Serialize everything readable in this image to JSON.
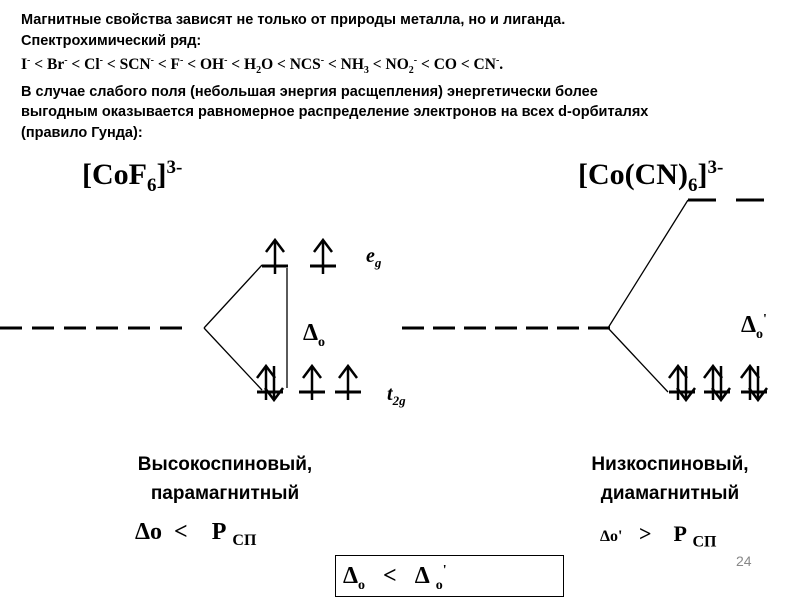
{
  "intro": {
    "line1": "Магнитные свойства зависят не только от природы металла, но и лиганда.",
    "line2": "Спектрохимический ряд:",
    "series": [
      {
        "base": "I",
        "sup": "-"
      },
      {
        "base": "Br",
        "sup": "-"
      },
      {
        "base": "Cl",
        "sup": "-"
      },
      {
        "base": "SCN",
        "sup": "-"
      },
      {
        "base": "F",
        "sup": "-"
      },
      {
        "base": "OH",
        "sup": "-"
      },
      {
        "base": "H",
        "sub": "2",
        "tail": "O"
      },
      {
        "base": "NCS",
        "sup": "-"
      },
      {
        "base": "NH",
        "sub": "3"
      },
      {
        "base": "NO",
        "sub": "2",
        "sup": "-"
      },
      {
        "base": "CO"
      },
      {
        "base": "CN",
        "sup": "-",
        "tail": "."
      }
    ],
    "separator": "<",
    "line4": "В случае слабого поля (небольшая энергия расщепления)  энергетически более",
    "line5": "выгодным оказывается равномерное распределение электронов на всех d-орбиталях",
    "line6": "(правило Гунда):"
  },
  "left": {
    "complex": {
      "bracket_open": "[CoF",
      "sub": "6",
      "bracket_close": "]",
      "charge": "3-"
    },
    "eg_label": {
      "base": "e",
      "sub": "g"
    },
    "t2g_label": {
      "base": "t",
      "sub": "2g"
    },
    "delta_label": {
      "base": "Δ",
      "sub": "o"
    },
    "caption_line1": "Высокоспиновый,",
    "caption_line2": "парамагнитный",
    "formula": {
      "lhs": "Δo",
      "op": "<",
      "rhs": "P",
      "rhs_sub": "СП"
    },
    "electrons": {
      "t2g": [
        "up-down",
        "up",
        "up"
      ],
      "eg": [
        "up",
        "up"
      ]
    }
  },
  "right": {
    "complex": {
      "bracket_open": "[Co(CN)",
      "sub": "6",
      "bracket_close": "]",
      "charge": "3-"
    },
    "delta_label": {
      "base": "Δ",
      "sub": "o",
      "prime": "'"
    },
    "caption_line1": "Низкоспиновый,",
    "caption_line2": "диамагнитный",
    "formula": {
      "lhs": "Δo'",
      "op": ">",
      "rhs": "P",
      "rhs_sub": "СП"
    },
    "electrons": {
      "t2g": [
        "up-down",
        "up-down",
        "up-down"
      ],
      "eg": [
        "empty",
        "empty"
      ]
    }
  },
  "comparison": {
    "lhs": "Δ",
    "lhs_sub": "o",
    "op": "<",
    "rhs": "Δ",
    "rhs_sub": "o",
    "rhs_prime": "'"
  },
  "page_number": "24"
}
